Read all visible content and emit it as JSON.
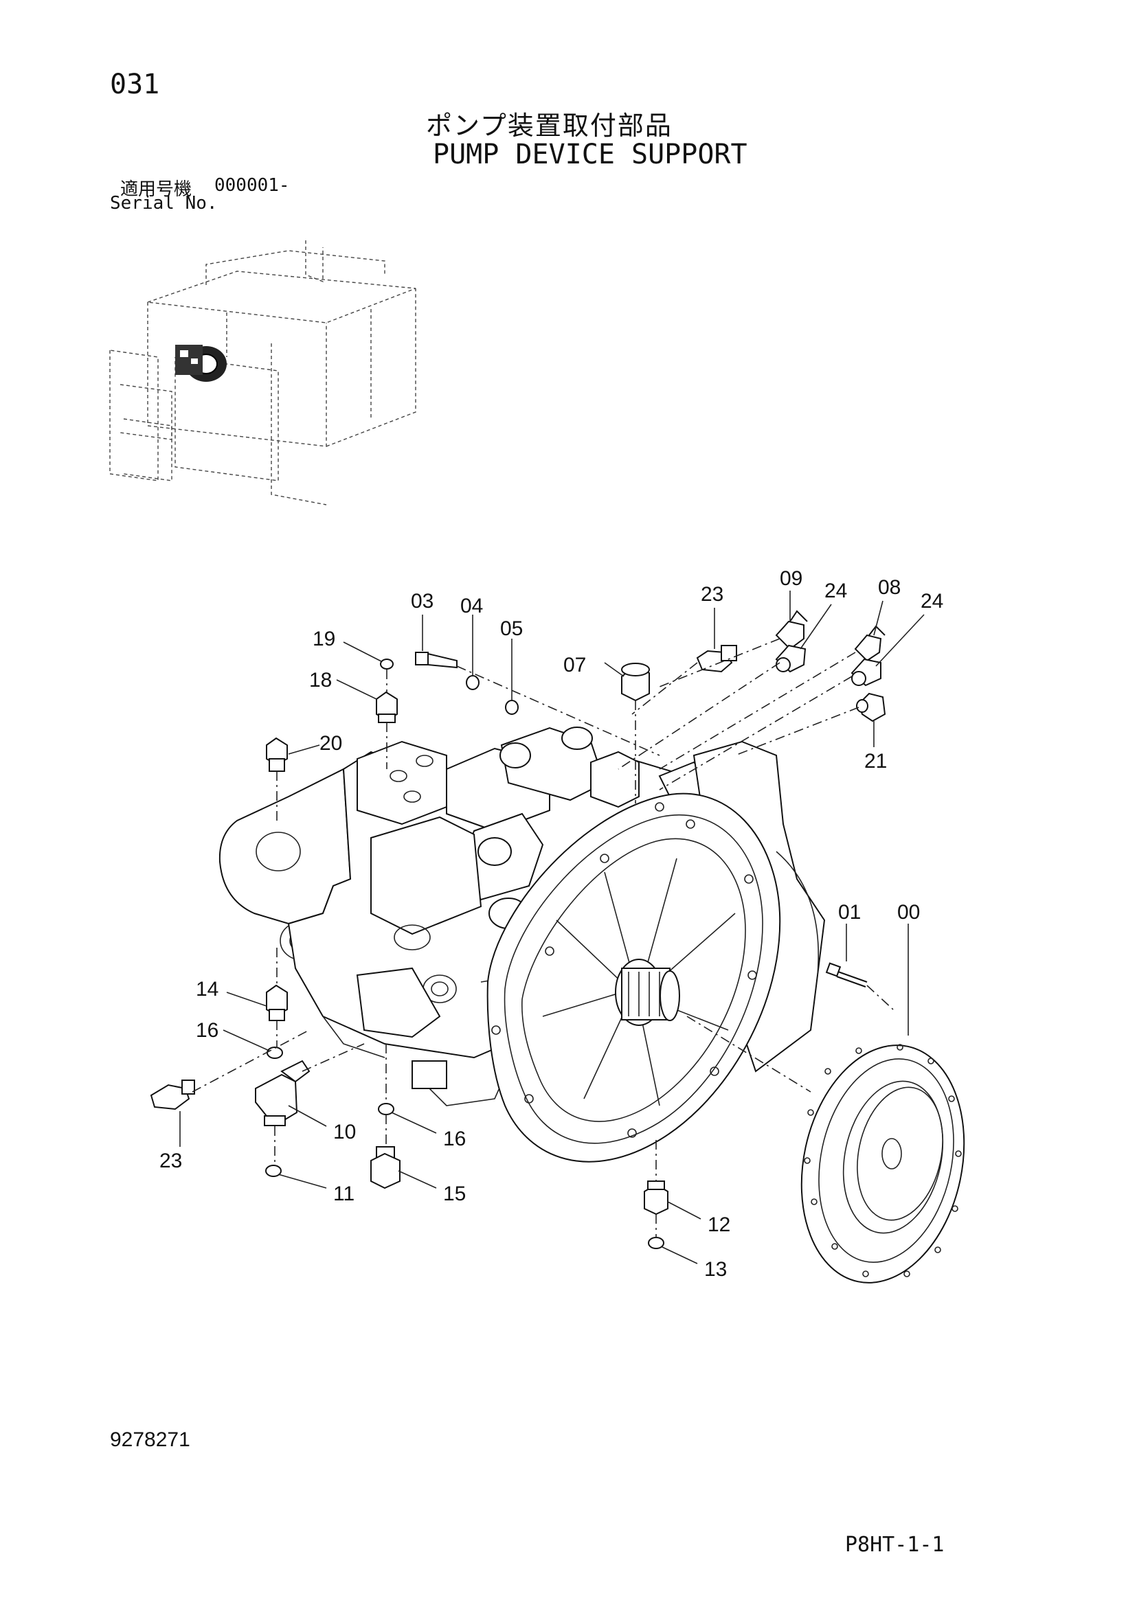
{
  "header": {
    "page_number": "031",
    "title_jp": "ポンプ装置取付部品",
    "title_en": "PUMP DEVICE SUPPORT",
    "serial_label_jp": "適用号機",
    "serial_value": "000001-",
    "serial_label_en": "Serial No."
  },
  "callouts": [
    "00",
    "01",
    "03",
    "04",
    "05",
    "07",
    "08",
    "09",
    "10",
    "11",
    "12",
    "13",
    "14",
    "15",
    "16",
    "16",
    "18",
    "19",
    "20",
    "21",
    "23",
    "23",
    "24",
    "24"
  ],
  "footer": {
    "document_number": "9278271",
    "page_code": "P8HT-1-1"
  }
}
